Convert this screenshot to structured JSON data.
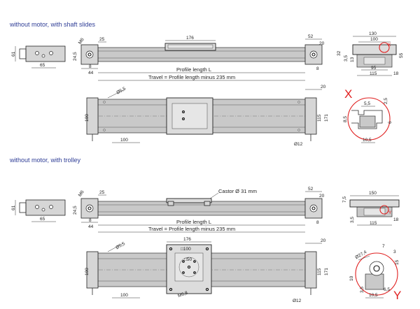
{
  "sections": [
    {
      "title": "without motor, with shaft slides"
    },
    {
      "title": "without motor, with trolley"
    }
  ],
  "labels": {
    "profile_length": "Profile length L",
    "travel": "Travel = Profile length minus 235 mm",
    "castor": "Castor Ø 31 mm",
    "detail_x": "X",
    "detail_y": "Y",
    "x_small": "X",
    "y_small": "Y"
  },
  "dims_top": {
    "d61": "61",
    "d65": "65",
    "d25": "25",
    "m6": "M6",
    "d24_5": "24,5",
    "d8": "8",
    "d44": "44",
    "d176": "176",
    "d52": "52",
    "d20": "20",
    "d8r": "8"
  },
  "dims_top_section": {
    "d130": "130",
    "d100": "100",
    "d32": "32",
    "d3_5": "3,5",
    "d13": "13",
    "d55": "55",
    "d95": "95",
    "d115": "115",
    "d18": "18"
  },
  "dims_top_plan": {
    "d5_5": "Ø5,5",
    "d100": "100",
    "d100b": "100",
    "d115": "115",
    "d171": "171",
    "d20": "20",
    "d12": "Ø12"
  },
  "dims_detail_x": {
    "d5_5": "5,5",
    "d2_5": "2,5",
    "d8_5": "8,5",
    "d6": "6",
    "d10_5": "10,5"
  },
  "dims_bottom": {
    "d61": "61",
    "d65": "65",
    "d25": "25",
    "m6": "M6",
    "d24_5": "24,5",
    "d8": "8",
    "d44": "44",
    "d52": "52",
    "d20": "20",
    "d8r": "8"
  },
  "dims_bottom_section": {
    "d150": "150",
    "d7_5": "7,5",
    "d3_5": "3,5",
    "d115": "115",
    "d18": "18"
  },
  "dims_bottom_plan": {
    "d176": "176",
    "d100sq": "□100",
    "d50sq": "□50",
    "d5_5": "Ø5,5",
    "m6": "M6,8",
    "d100": "100",
    "d100b": "100",
    "d115": "115",
    "d171": "171",
    "d20": "20",
    "d12": "Ø12"
  },
  "dims_detail_y": {
    "d27_4": "Ø27,4",
    "d7": "7",
    "d3": "3",
    "d15": "15",
    "d10": "10",
    "d6_5": "6,5",
    "d10_5": "10,5",
    "d3_5": "3,5"
  }
}
